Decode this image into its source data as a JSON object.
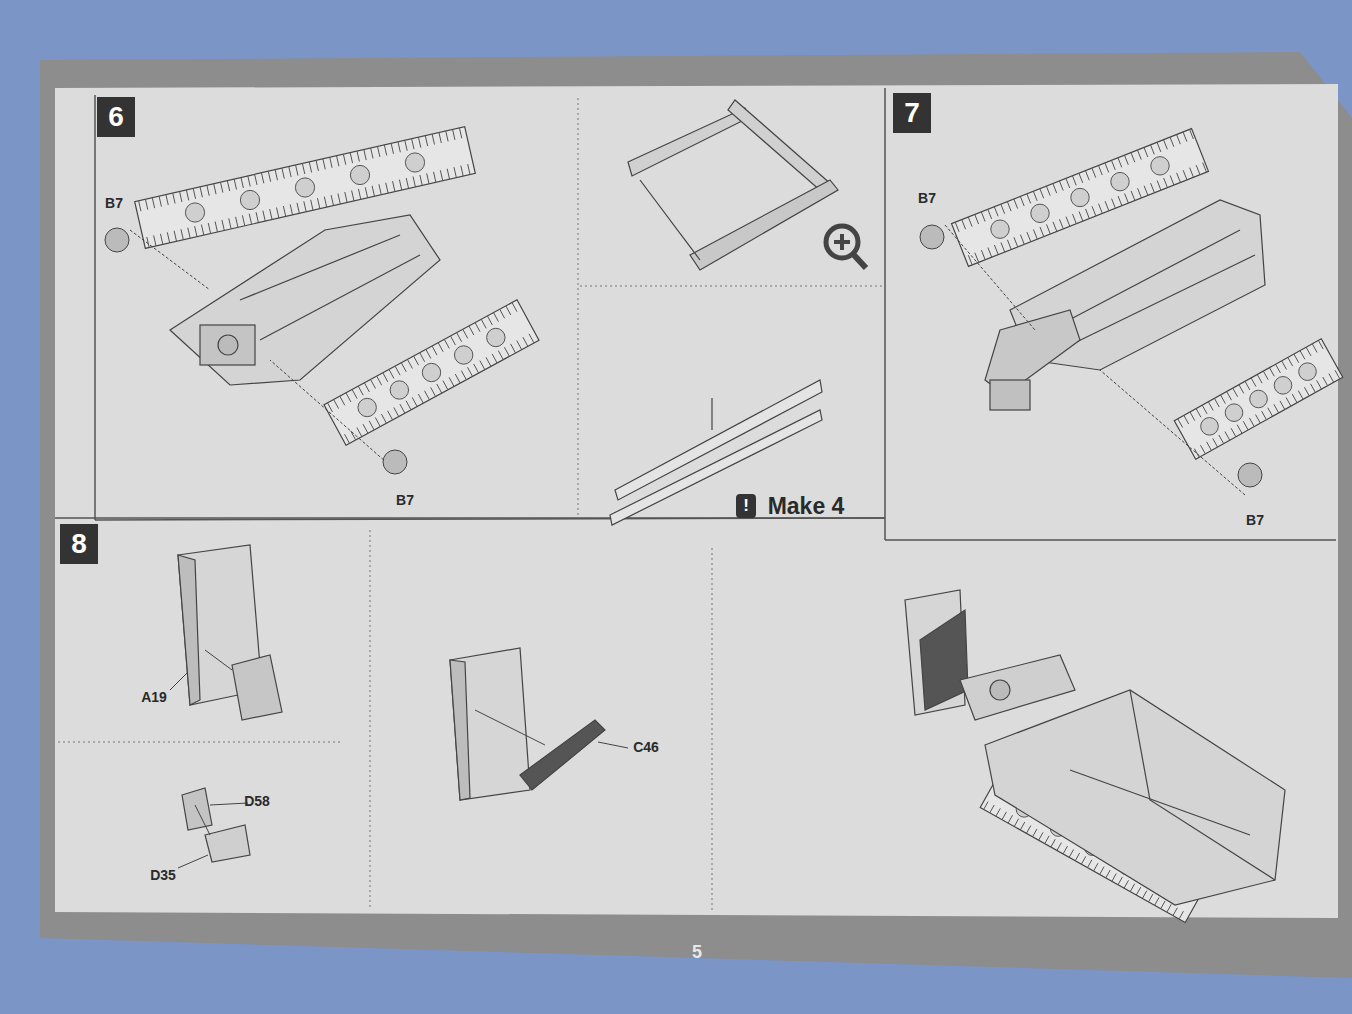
{
  "diagram": {
    "nodes": [
      {
        "text": [
          "6"
        ]
      },
      {
        "text": [
          "7"
        ]
      },
      {
        "text": [
          "8"
        ]
      },
      {
        "text": [
          "!"
        ]
      }
    ],
    "labels": [
      "B7",
      "B7",
      "B7",
      "B7",
      "Make 4",
      "A19",
      "D58",
      "D35",
      "C46",
      "5"
    ]
  }
}
